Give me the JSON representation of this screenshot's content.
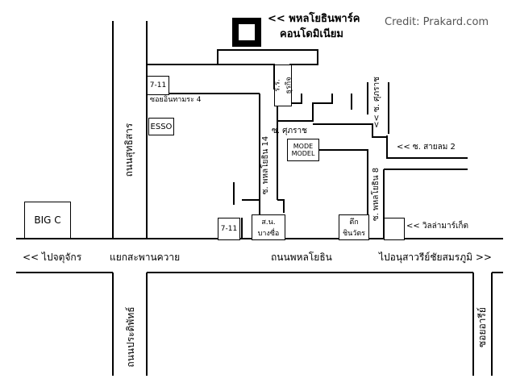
{
  "credit": "Credit: Prakard.com",
  "colors": {
    "road_line": "#000000",
    "background": "#ffffff",
    "condo_block": "#000000"
  },
  "destination": {
    "line1": "<< พหลโยธินพาร์ค",
    "line2": "คอนโดมิเนียม",
    "icon": "building-icon"
  },
  "roads": {
    "main": "ถนนพหลโยธิน",
    "left_dir": "<< ไปจตุจักร",
    "intersection": "แยกสะพานควาย",
    "right_dir": "ไปอนุสาวรีย์ชัยสมรภูมิ >>",
    "sutthisan": "ถนนสุทธิสาร",
    "pradiphat": "ถนนประดิพัทธ์",
    "soi_ari": "ซอยอารีย์",
    "soi_inthamara4": "ซอยอินทามระ 4",
    "soi_phahon14": "ซ. พหลโยธิน 14",
    "soi_phahon8": "ซ. พหลโยธิน 8",
    "soi_supharat": "ซ. ศุภราช",
    "soi_supharat_right": "<< ซ. ศุภราช",
    "soi_saisom2": "<< ซ. สายลม 2",
    "villa_market": "<< วิลล่ามาร์เก็ต"
  },
  "landmarks": {
    "bigc": "BIG C",
    "seven_eleven_top": "7-11",
    "seven_eleven_bottom": "7-11",
    "esso": "ESSO",
    "school": "ร.ร. ธุรกิจ",
    "mode_model_1": "MODE",
    "mode_model_2": "MODEL",
    "bangkok_post_1": "ส.น.",
    "bangkok_post_2": "บางซื่อ",
    "chin_building_1": "ตึก",
    "chin_building_2": "ชินวัตร"
  }
}
